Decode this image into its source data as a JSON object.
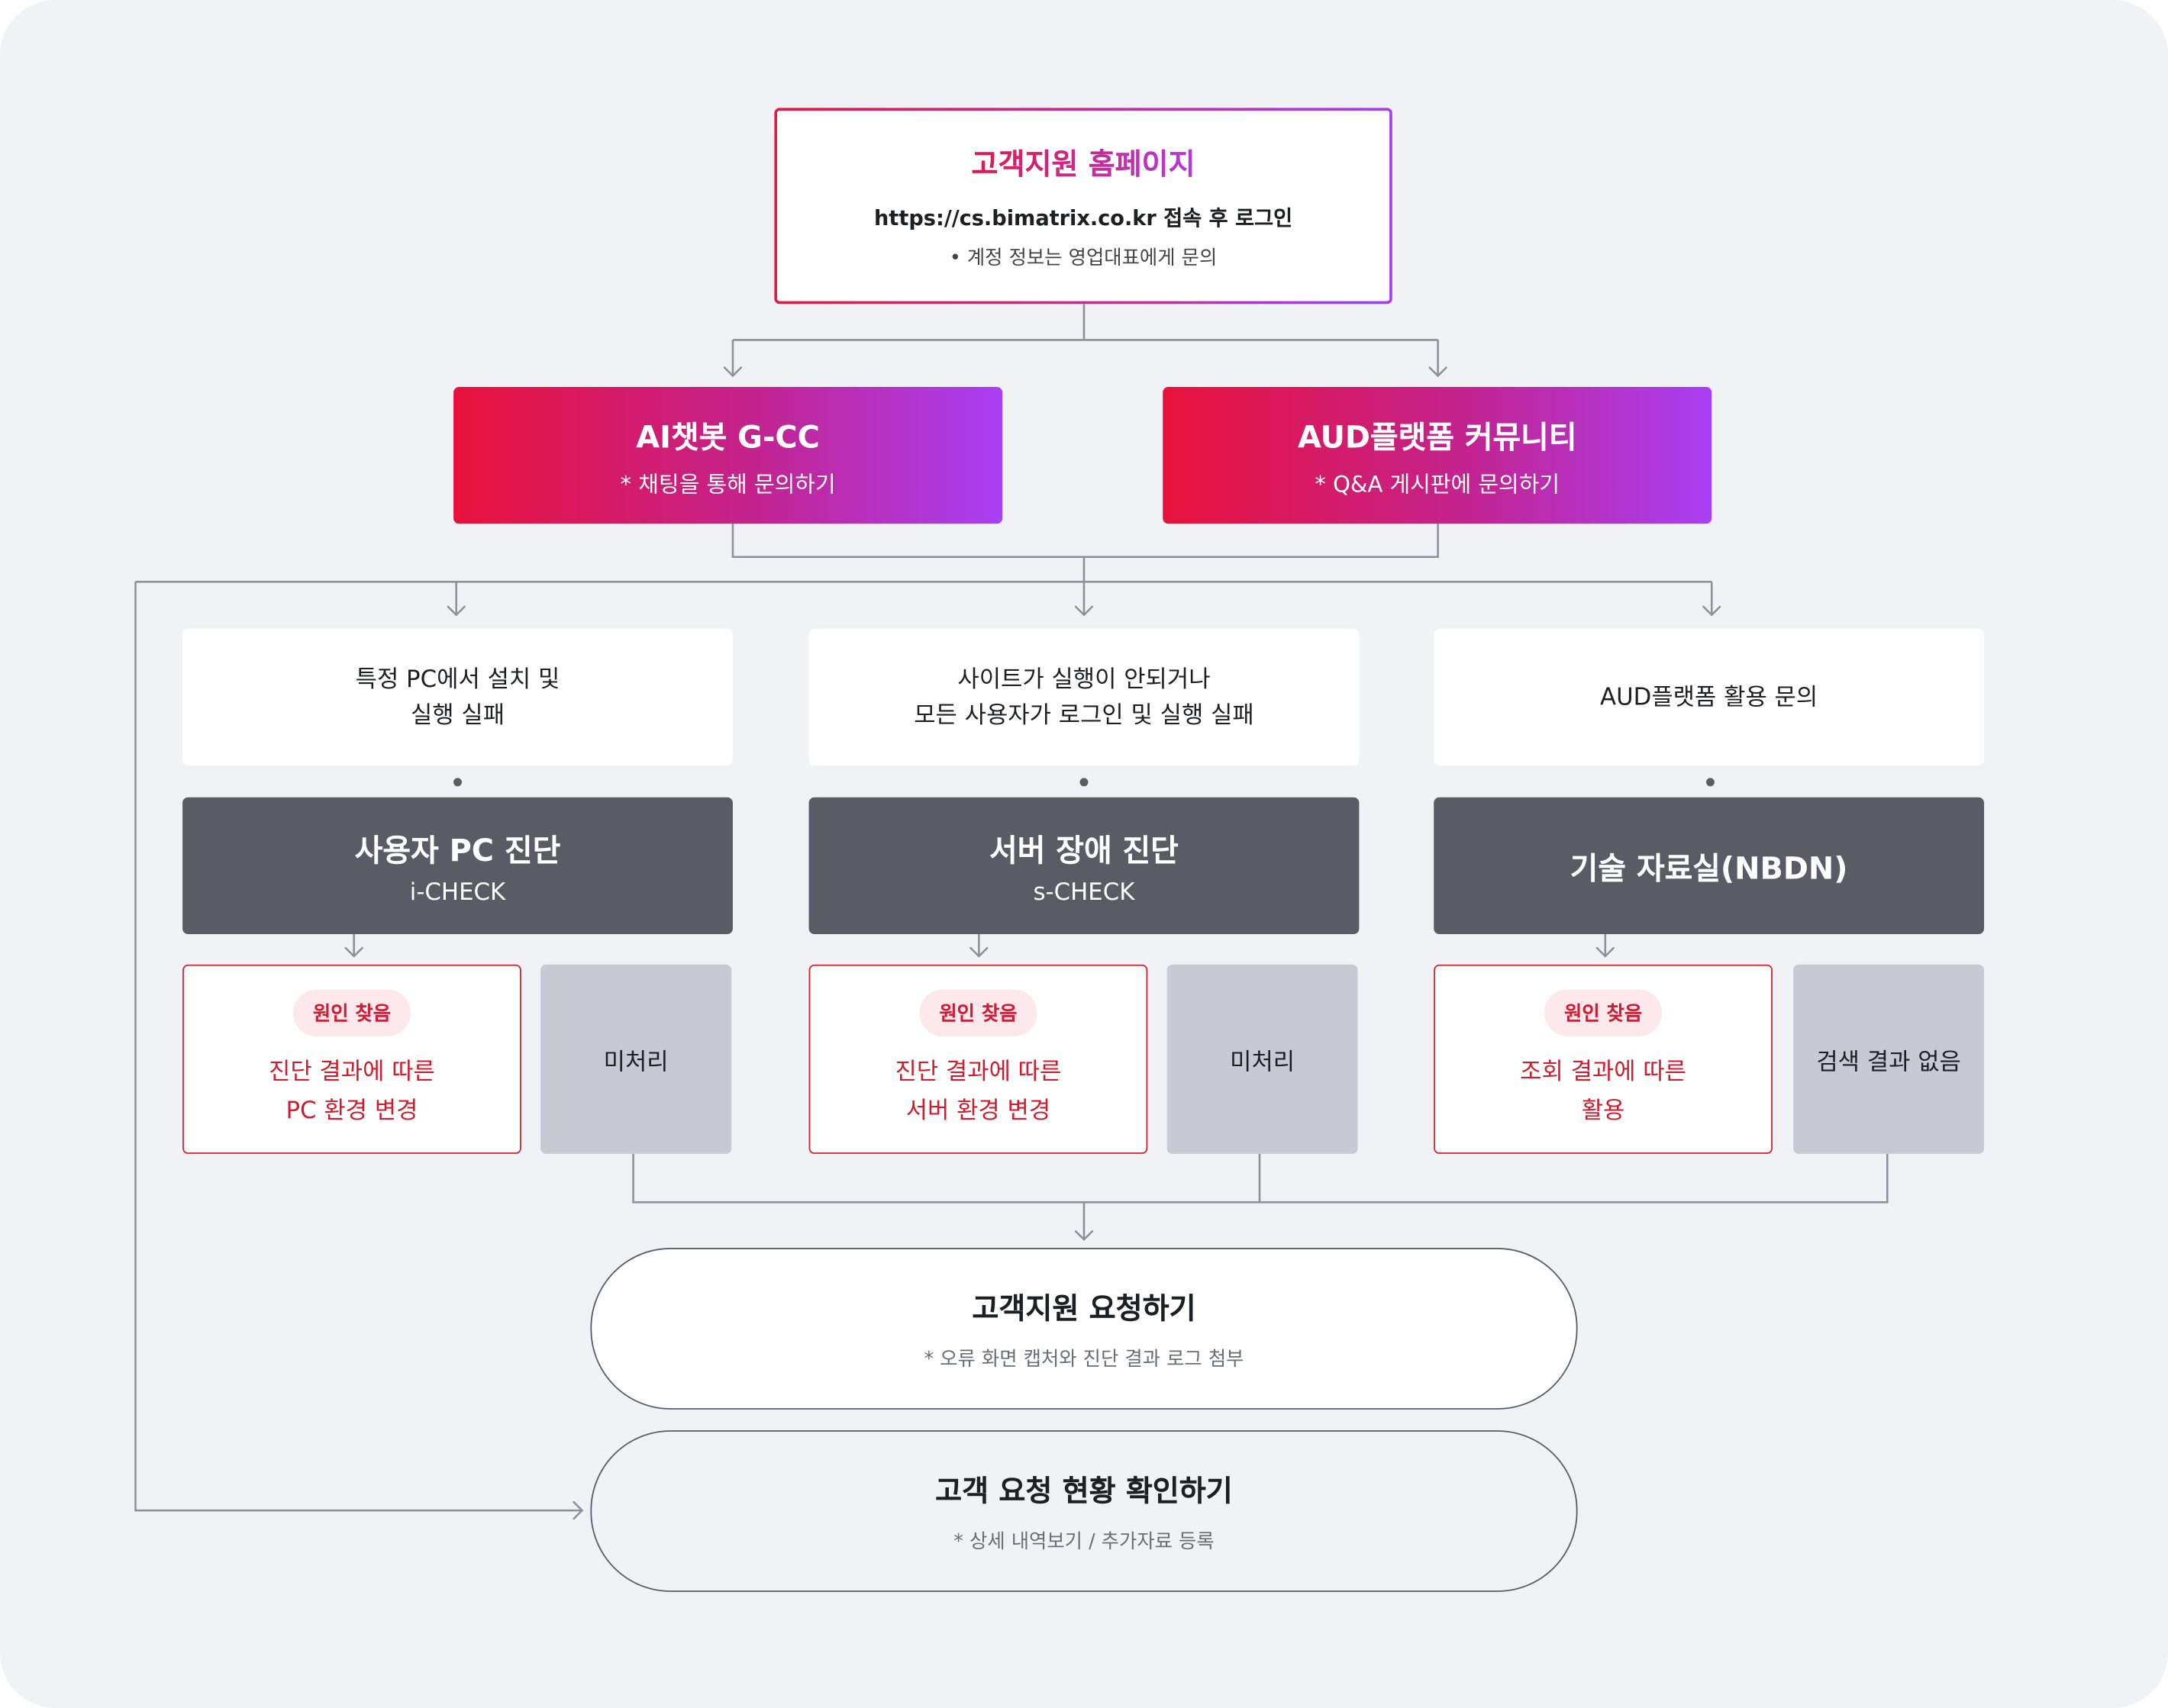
{
  "top": {
    "title": "고객지원 홈페이지",
    "url": "https://cs.bimatrix.co.kr 접속 후 로그인",
    "note": "• 계정 정보는 영업대표에게 문의"
  },
  "channels": [
    {
      "title": "AI챗봇 G-CC",
      "sub": "* 채팅을 통해 문의하기"
    },
    {
      "title": "AUD플랫폼 커뮤니티",
      "sub": "* Q&A 게시판에 문의하기"
    }
  ],
  "columns": [
    {
      "desc": [
        "특정 PC에서 설치 및",
        "실행 실패"
      ],
      "tool_title": "사용자 PC 진단",
      "tool_sub": "i-CHECK",
      "badge": "원인 찾음",
      "found": [
        "진단 결과에 따른",
        "PC 환경 변경"
      ],
      "fallback": "미처리"
    },
    {
      "desc": [
        "사이트가 실행이 안되거나",
        "모든 사용자가 로그인 및 실행 실패"
      ],
      "tool_title": "서버 장애 진단",
      "tool_sub": "s-CHECK",
      "badge": "원인 찾음",
      "found": [
        "진단 결과에 따른",
        "서버 환경 변경"
      ],
      "fallback": "미처리"
    },
    {
      "desc": [
        "AUD플랫폼 활용 문의",
        ""
      ],
      "tool_title": "기술 자료실(NBDN)",
      "tool_sub": "",
      "badge": "원인 찾음",
      "found": [
        "조회 결과에 따른",
        "활용"
      ],
      "fallback": "검색 결과 없음"
    }
  ],
  "request": {
    "title": "고객지원 요청하기",
    "sub": "* 오류 화면 캡처와 진단 결과 로그 첨부"
  },
  "status": {
    "title": "고객 요청 현황 확인하기",
    "sub": "* 상세 내역보기 / 추가자료 등록"
  },
  "colors": {
    "accent_red": "#e8113b",
    "accent_purple": "#a93ff5",
    "dark": "#595c64",
    "grey": "#c8cad3"
  }
}
